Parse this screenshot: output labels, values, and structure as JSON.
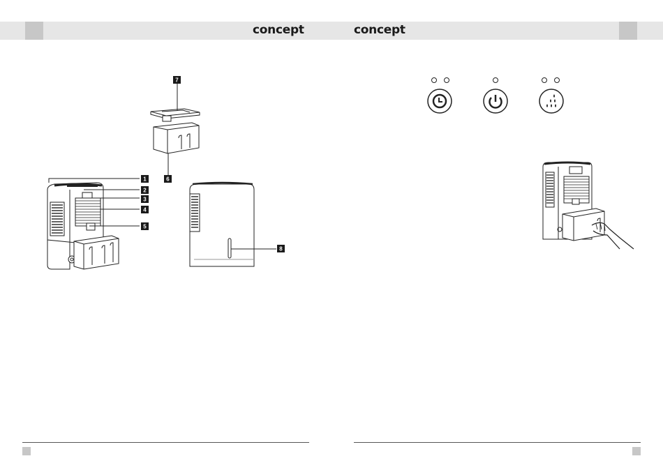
{
  "header": {
    "brand_left": "concept",
    "brand_right": "concept"
  },
  "diagram": {
    "callouts": [
      "1",
      "2",
      "3",
      "4",
      "5",
      "6",
      "7",
      "8"
    ]
  },
  "control_panel": {
    "buttons": [
      {
        "name": "timer",
        "icon": "clock-icon",
        "indicator_leds": 2
      },
      {
        "name": "power",
        "icon": "power-icon",
        "indicator_leds": 1
      },
      {
        "name": "humidity",
        "icon": "droplets-icon",
        "indicator_leds": 2
      }
    ]
  }
}
